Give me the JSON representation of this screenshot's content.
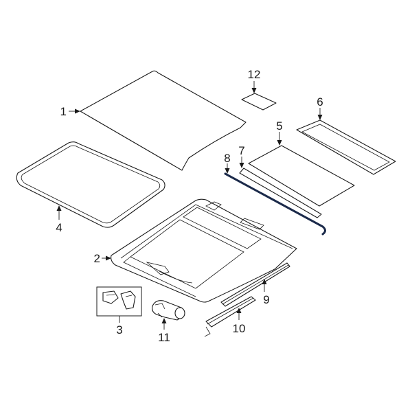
{
  "diagram": {
    "highlight_color": "#1b2a4a",
    "line_color": "#1a1a1a",
    "callouts": [
      "1",
      "2",
      "3",
      "4",
      "5",
      "6",
      "7",
      "8",
      "9",
      "10",
      "11",
      "12"
    ]
  }
}
